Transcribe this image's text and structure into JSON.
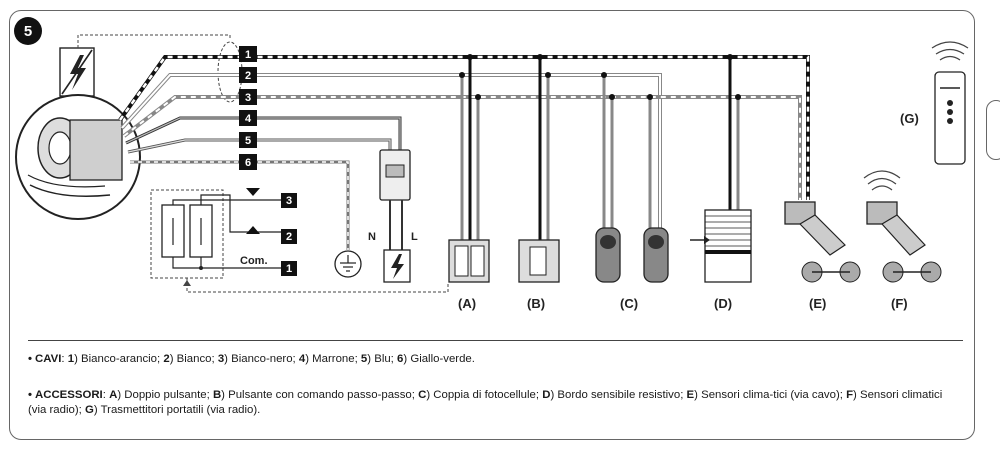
{
  "figure": {
    "number": "5",
    "wire_numbers": [
      "1",
      "2",
      "3",
      "4",
      "5",
      "6"
    ],
    "button_numbers": [
      "3",
      "2",
      "1"
    ],
    "com_label": "Com.",
    "n_label": "N",
    "l_label": "L",
    "accessories": [
      "(A)",
      "(B)",
      "(C)",
      "(D)",
      "(E)",
      "(F)",
      "(G)"
    ]
  },
  "legend": {
    "cavi_title": "CAVI",
    "cavi_items": [
      {
        "num": "1",
        "text": ") Bianco-arancio; "
      },
      {
        "num": "2",
        "text": ") Bianco; "
      },
      {
        "num": "3",
        "text": ") Bianco-nero; "
      },
      {
        "num": "4",
        "text": ") Marrone; "
      },
      {
        "num": "5",
        "text": ") Blu; "
      },
      {
        "num": "6",
        "text": ") Giallo-verde."
      }
    ],
    "accessori_title": "ACCESSORI",
    "accessori_items": [
      {
        "num": "A",
        "text": ") Doppio pulsante; "
      },
      {
        "num": "B",
        "text": ") Pulsante con comando passo-passo; "
      },
      {
        "num": "C",
        "text": ") Coppia di fotocellule; "
      },
      {
        "num": "D",
        "text": ") Bordo sensibile resistivo; "
      },
      {
        "num": "E",
        "text": ") Sensori clima-tici (via cavo); "
      },
      {
        "num": "F",
        "text": ") Sensori climatici (via radio); "
      },
      {
        "num": "G",
        "text": ") Trasmettitori portatili (via radio)."
      }
    ]
  }
}
